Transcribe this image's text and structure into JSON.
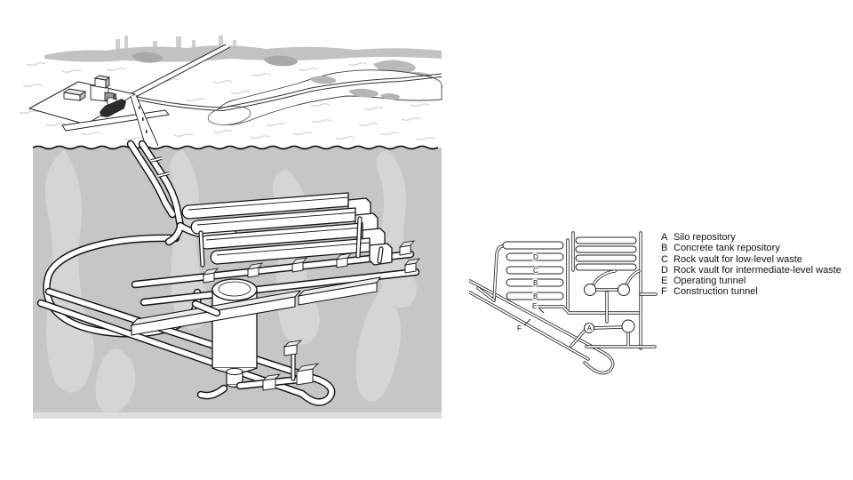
{
  "figure": {
    "type": "underground waste repository cutaway diagram with plan map and legend"
  },
  "colors": {
    "background": "#ffffff",
    "rock": "#c6c6c6",
    "rock_streak": "#d5d5d5",
    "rock_bottom_strip": "#dedede",
    "outline": "#141414",
    "shore_silhouette": "#c2c2c2",
    "skyline_building": "#cfcfcf",
    "vegetation": "#a9a9a9",
    "island_patch": "#b5b5b5",
    "wave": "#c9c9c9",
    "ship_hull": "#2b2b2b",
    "box_top_face": "#ededed"
  },
  "plan": {
    "labels": {
      "d": "D",
      "c": "C",
      "b1": "B",
      "b2": "B",
      "e": "E",
      "f": "F",
      "a": "A"
    }
  },
  "legend": {
    "items": [
      {
        "key": "A",
        "label": "Silo repository"
      },
      {
        "key": "B",
        "label": "Concrete tank repository"
      },
      {
        "key": "C",
        "label": "Rock vault for low-level waste"
      },
      {
        "key": "D",
        "label": "Rock vault for intermediate-level waste"
      },
      {
        "key": "E",
        "label": "Operating tunnel"
      },
      {
        "key": "F",
        "label": "Construction tunnel"
      }
    ]
  }
}
